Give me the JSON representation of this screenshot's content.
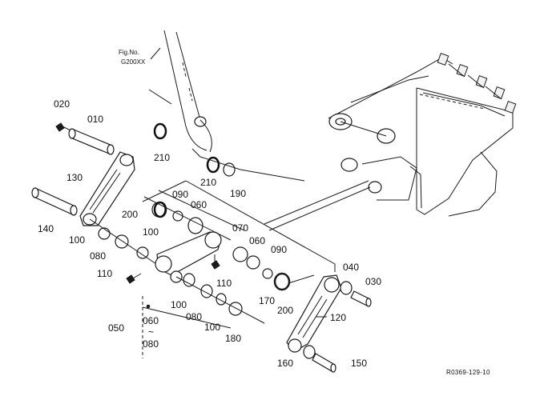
{
  "figure_ref": {
    "line1": "Fig.No.",
    "line2": "G200XX"
  },
  "drawing_id": "R0369-129-10",
  "parts": {
    "p010": "010",
    "p020": "020",
    "p030": "030",
    "p040": "040",
    "p050": "050",
    "p060_a": "060",
    "p060_b": "060",
    "p060_range_from": "060",
    "p060_range_sep": "~",
    "p060_range_to": "080",
    "p070": "070",
    "p080_a": "080",
    "p080_b": "080",
    "p090_a": "090",
    "p090_b": "090",
    "p100_a": "100",
    "p100_b": "100",
    "p100_c": "100",
    "p100_d": "100",
    "p110_a": "110",
    "p110_b": "110",
    "p120": "120",
    "p130": "130",
    "p140": "140",
    "p150": "150",
    "p160": "160",
    "p170": "170",
    "p180": "180",
    "p190": "190",
    "p200_a": "200",
    "p200_b": "200",
    "p210_a": "210",
    "p210_b": "210"
  }
}
